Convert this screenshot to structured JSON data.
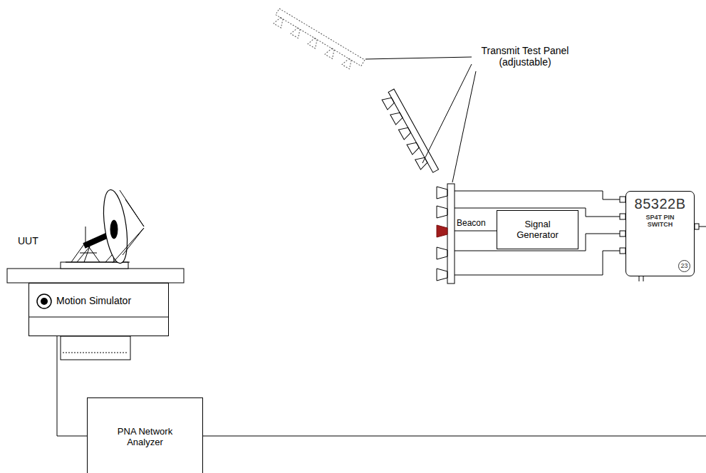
{
  "diagram": {
    "nodes": [
      {
        "text": [
          "Signal Generator"
        ]
      },
      {
        "text": [
          "85322B",
          "SP4T PIN SWITCH",
          "23"
        ]
      },
      {
        "text": [
          "Motion Simulator"
        ]
      },
      {
        "text": [
          "PNA Network Analyzer"
        ]
      }
    ],
    "edges": [
      {
        "from": 2,
        "to": 3,
        "arrow": "none"
      }
    ],
    "labels": [
      "Transmit Test Panel (adjustable)",
      "Beacon",
      "UUT"
    ]
  }
}
